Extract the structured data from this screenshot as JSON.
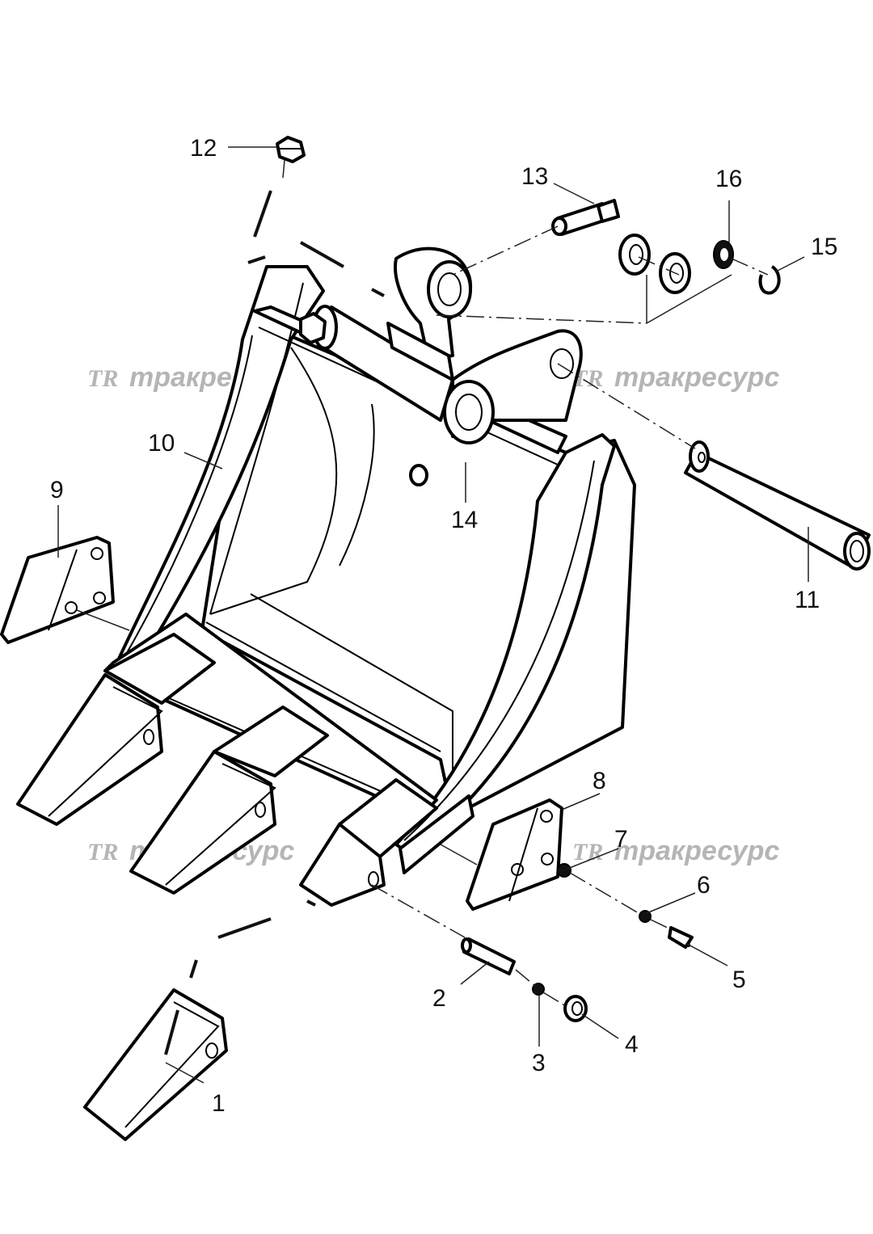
{
  "diagram": {
    "callouts": [
      "1",
      "2",
      "3",
      "4",
      "5",
      "6",
      "7",
      "8",
      "9",
      "10",
      "11",
      "12",
      "13",
      "14",
      "15",
      "16"
    ],
    "watermark": {
      "logo": "TR",
      "text": "тракресурс"
    },
    "parts": [
      "tooth",
      "tooth-pin",
      "retainer-washer",
      "retainer-bushing",
      "side-cutter-bolt",
      "side-cutter-washer",
      "side-cutter-nut",
      "side-cutter-right",
      "side-cutter-left",
      "bucket-body",
      "bucket-pin",
      "nut",
      "pin-lock-bolt",
      "grease-nipple",
      "snap-ring",
      "shim-washer"
    ]
  }
}
